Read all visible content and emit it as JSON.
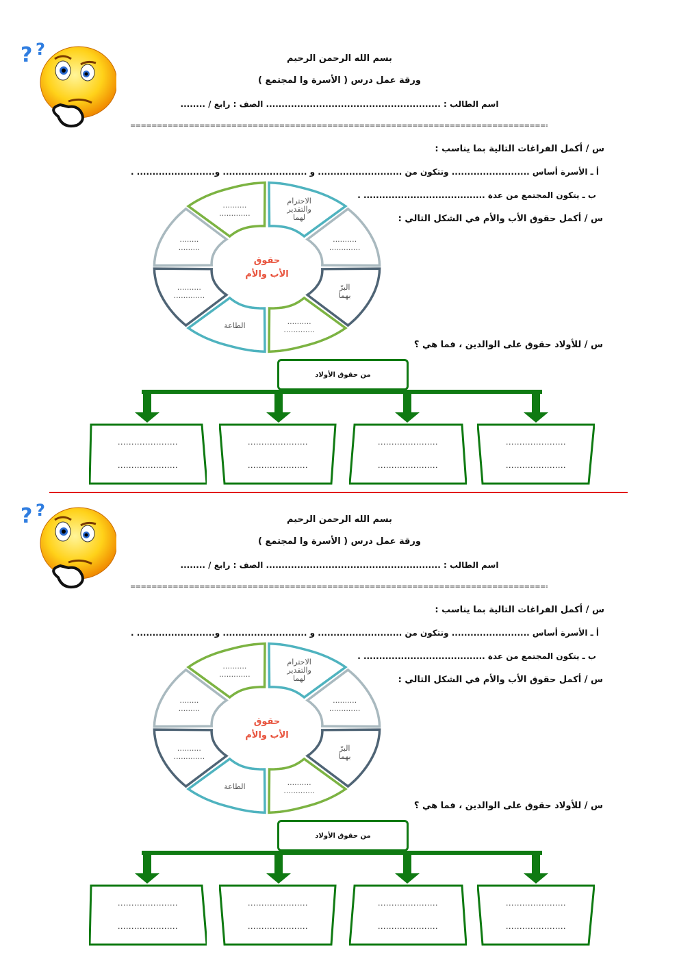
{
  "sheets": [
    {
      "basmala": "بسم الله الرحمن الرحيم",
      "title": "ورقة عمل درس ( الأسرة وا لمجتمع )",
      "student_line": "اسم الطالب : ........................................................ الصف : رابع / ........",
      "separator": "=================================================================================",
      "q1": "س / أكمل الفراغات التالية بما يناسب :",
      "q1_a": "أ ـ الأسرة أساس ......................... وتتكون من ........................... و ........................... و......................... .",
      "q1_b": "ب ـ يتكون المجتمع من عدة ....................................... .",
      "q2": "س / أكمل حقوق الأب والأم في الشكل التالي :",
      "wheel": {
        "center_line1": "حقوق",
        "center_line2": "الأب والأم",
        "segments": [
          {
            "lines": [
              "الاحترام",
              "والتقدير",
              "لهما"
            ],
            "color": "#4fb3bf"
          },
          {
            "lines": [
              "..........",
              "............."
            ],
            "color": "#a9b9bf"
          },
          {
            "lines": [
              "البرّ",
              "بهما"
            ],
            "color": "#4f6475"
          },
          {
            "lines": [
              "..........",
              "............."
            ],
            "color": "#7cb342"
          },
          {
            "lines": [
              "الطاعة"
            ],
            "color": "#4fb3bf"
          },
          {
            "lines": [
              "..........",
              "............."
            ],
            "color": "#4f6475"
          },
          {
            "lines": [
              "........",
              "........."
            ],
            "color": "#a9b9bf"
          },
          {
            "lines": [
              "..........",
              "............."
            ],
            "color": "#7cb342"
          }
        ],
        "center_color": "#e8553f"
      },
      "q3": "س / للأولاد حقوق على الوالدين ، فما هي ؟",
      "flow": {
        "root": "من حقوق الأولاد",
        "dots": "......................",
        "color": "#0f7a12"
      }
    },
    {
      "basmala": "بسم الله الرحمن الرحيم",
      "title": "ورقة عمل درس ( الأسرة وا لمجتمع )",
      "student_line": "اسم الطالب : ........................................................ الصف : رابع / ........",
      "separator": "=================================================================================",
      "q1": "س / أكمل الفراغات التالية بما يناسب :",
      "q1_a": "أ ـ الأسرة أساس ......................... وتتكون من ........................... و ........................... و......................... .",
      "q1_b": "ب ـ يتكون المجتمع من عدة ....................................... .",
      "q2": "س / أكمل حقوق الأب والأم في الشكل التالي :",
      "wheel": {
        "center_line1": "حقوق",
        "center_line2": "الأب والأم",
        "segments": [
          {
            "lines": [
              "الاحترام",
              "والتقدير",
              "لهما"
            ],
            "color": "#4fb3bf"
          },
          {
            "lines": [
              "..........",
              "............."
            ],
            "color": "#a9b9bf"
          },
          {
            "lines": [
              "البرّ",
              "بهما"
            ],
            "color": "#4f6475"
          },
          {
            "lines": [
              "..........",
              "............."
            ],
            "color": "#7cb342"
          },
          {
            "lines": [
              "الطاعة"
            ],
            "color": "#4fb3bf"
          },
          {
            "lines": [
              "..........",
              "............."
            ],
            "color": "#4f6475"
          },
          {
            "lines": [
              "........",
              "........."
            ],
            "color": "#a9b9bf"
          },
          {
            "lines": [
              "..........",
              "............."
            ],
            "color": "#7cb342"
          }
        ],
        "center_color": "#e8553f"
      },
      "q3": "س / للأولاد حقوق على الوالدين ، فما هي ؟",
      "flow": {
        "root": "من حقوق الأولاد",
        "dots": "......................",
        "color": "#0f7a12"
      }
    }
  ],
  "divider_color": "#e21b1b"
}
